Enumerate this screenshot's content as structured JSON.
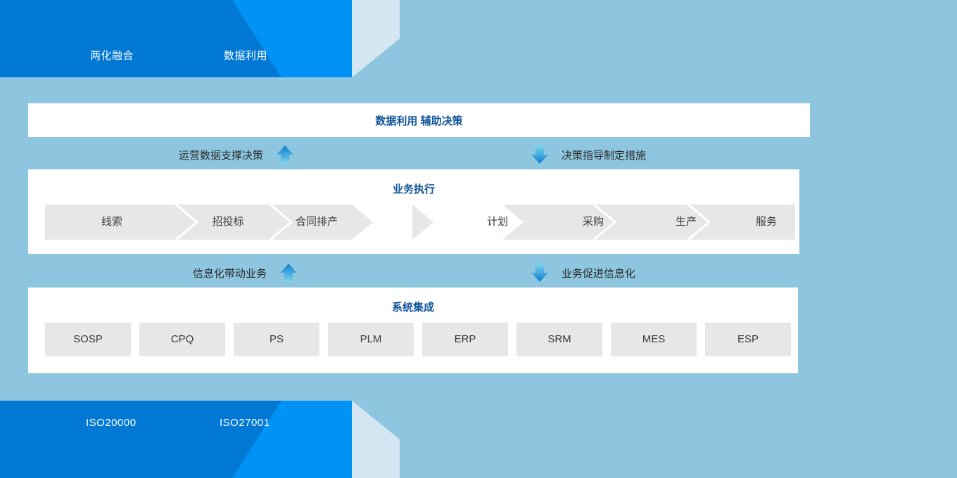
{
  "theme": {
    "background": "#8ec6df",
    "panel_bg": "#ffffff",
    "title_color": "#12559c",
    "chip_bg": "#e7e7e7",
    "chip_text": "#3a3a3a",
    "banner_dark_blue": "#0078d4",
    "banner_bright_blue": "#0093f5",
    "banner_pale_blue": "#d4e6f1",
    "arrow_blue_top": "#66c8e8",
    "arrow_blue_bottom": "#0b7fd0"
  },
  "top_banner": {
    "segments": [
      {
        "label": "两化融合",
        "color_key": "banner_dark_blue"
      },
      {
        "label": "数据利用",
        "color_key": "banner_bright_blue"
      },
      {
        "label": "",
        "color_key": "banner_pale_blue"
      }
    ]
  },
  "bottom_banner": {
    "segments": [
      {
        "label": "ISO20000",
        "color_key": "banner_dark_blue"
      },
      {
        "label": "ISO27001",
        "color_key": "banner_bright_blue"
      },
      {
        "label": "",
        "color_key": "banner_pale_blue"
      }
    ]
  },
  "decision_panel": {
    "title": "数据利用 辅助决策"
  },
  "connector_top": {
    "left": {
      "text": "运营数据支撑决策",
      "arrow": "arrow-up-icon"
    },
    "right": {
      "text": "决策指导制定措施",
      "arrow": "arrow-down-icon"
    }
  },
  "connector_bottom": {
    "left": {
      "text": "信息化带动业务",
      "arrow": "arrow-up-icon"
    },
    "right": {
      "text": "业务促进信息化",
      "arrow": "arrow-down-icon"
    }
  },
  "business_panel": {
    "title": "业务执行",
    "left_steps": [
      "线索",
      "招投标",
      "合同排产"
    ],
    "right_steps": [
      "计划",
      "采购",
      "生产",
      "服务"
    ]
  },
  "systems_panel": {
    "title": "系统集成",
    "systems": [
      "SOSP",
      "CPQ",
      "PS",
      "PLM",
      "ERP",
      "SRM",
      "MES",
      "ESP"
    ]
  }
}
